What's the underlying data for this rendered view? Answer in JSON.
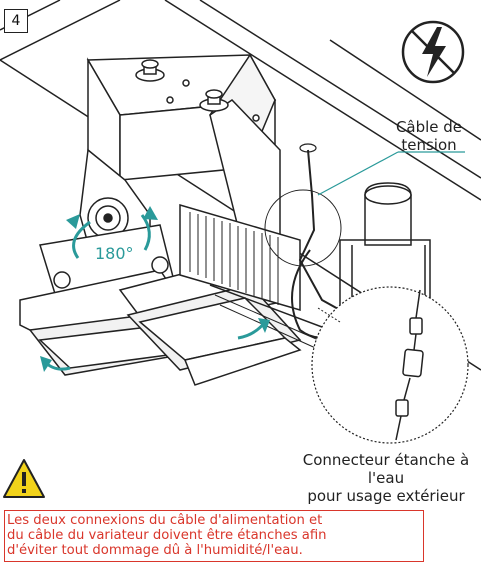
{
  "step_number": "4",
  "labels": {
    "cable_line1": "Câble de",
    "cable_line2": "tension",
    "rotation": "180°",
    "connector_line1": "Connecteur étanche à l'eau",
    "connector_line2": "pour usage extérieur"
  },
  "warning": {
    "line1": "Les deux connexions du câble d'alimentation et",
    "line2": "du câble du variateur doivent être étanches afin",
    "line3": "d'éviter tout dommage dû à l'humidité/l'eau."
  },
  "icons": {
    "no_power": "no-electricity-icon",
    "warning": "warning-triangle-icon",
    "rotate": "rotate-arrow-icon"
  },
  "colors": {
    "accent": "#2a9a9a",
    "warning_text": "#d9362b",
    "warning_fill": "#f2d31b",
    "line": "#222222"
  }
}
